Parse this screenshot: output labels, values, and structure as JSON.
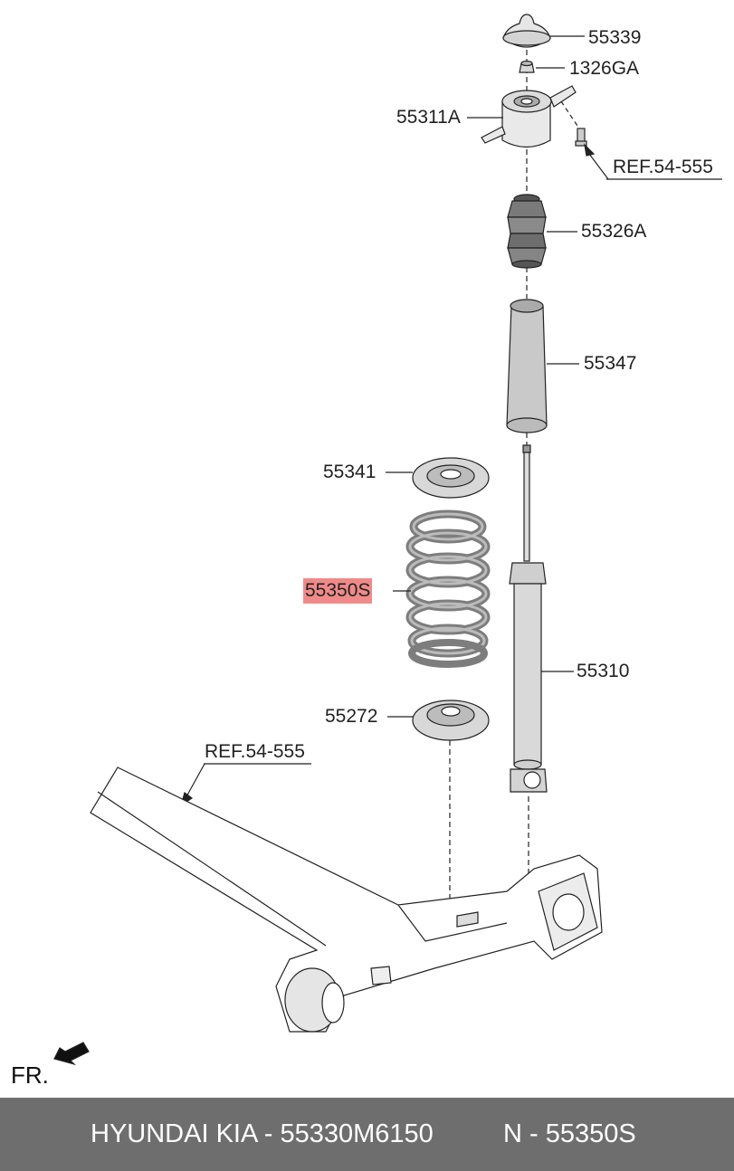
{
  "labels": {
    "p55339": "55339",
    "p1326ga": "1326GA",
    "p55311a": "55311A",
    "ref_top": "REF.54-555",
    "p55326a": "55326A",
    "p55347": "55347",
    "p55341": "55341",
    "p55350s": "55350S",
    "p55310": "55310",
    "p55272": "55272",
    "ref_bottom": "REF.54-555"
  },
  "front_marker": "FR.",
  "highlight_color": "#f08a8a",
  "footer": {
    "brand": "HYUNDAI  KIA - 55330M6150",
    "part": "N - 55350S"
  }
}
